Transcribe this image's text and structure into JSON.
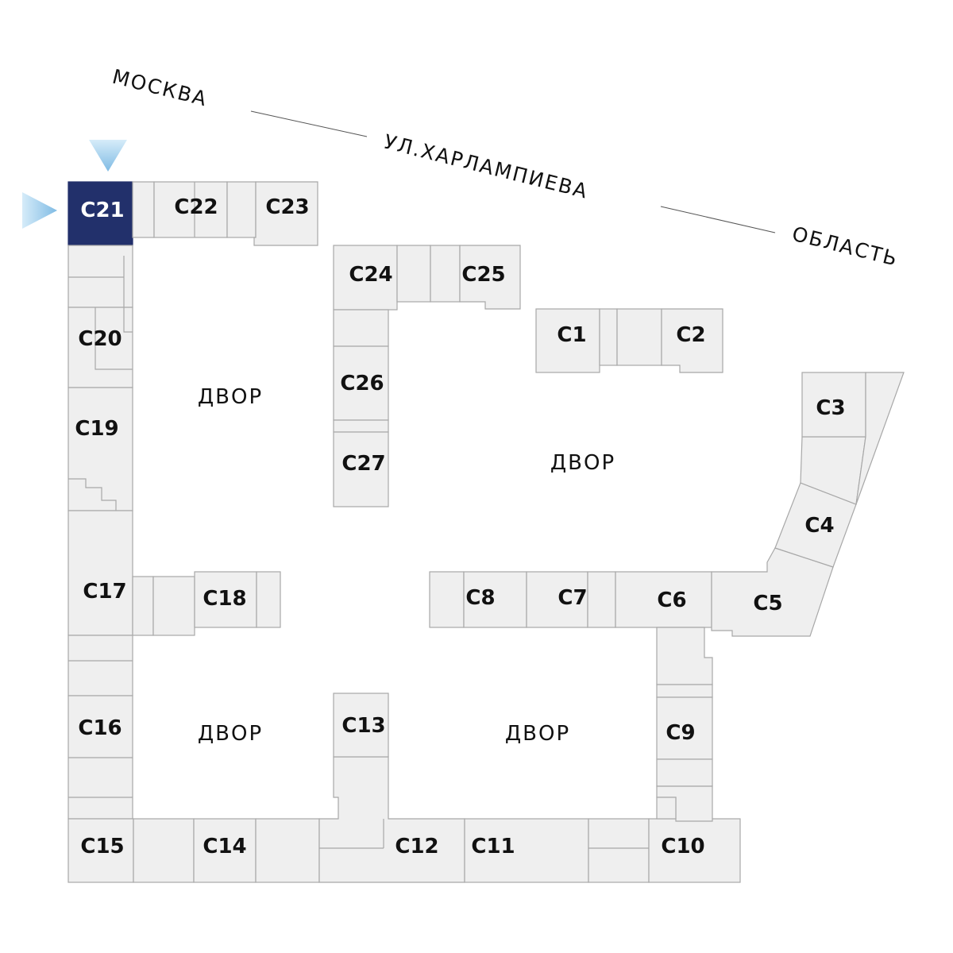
{
  "map": {
    "selected_section": "С21",
    "colors": {
      "block_fill": "#efefef",
      "block_stroke": "#a8a8a8",
      "selected_fill": "#22306b",
      "marker": "#8ec4e8"
    },
    "street": {
      "left": "МОСКВА",
      "center": "УЛ.ХАРЛАМПИЕВА",
      "right": "ОБЛАСТЬ"
    },
    "yards": [
      "ДВОР",
      "ДВОР",
      "ДВОР",
      "ДВОР"
    ],
    "sections": {
      "c1": "С1",
      "c2": "С2",
      "c3": "С3",
      "c4": "С4",
      "c5": "С5",
      "c6": "С6",
      "c7": "С7",
      "c8": "С8",
      "c9": "С9",
      "c10": "С10",
      "c11": "С11",
      "c12": "С12",
      "c13": "С13",
      "c14": "С14",
      "c15": "С15",
      "c16": "С16",
      "c17": "С17",
      "c18": "С18",
      "c19": "С19",
      "c20": "С20",
      "c21": "С21",
      "c22": "С22",
      "c23": "С23",
      "c24": "С24",
      "c25": "С25",
      "c26": "С26",
      "c27": "С27"
    }
  }
}
